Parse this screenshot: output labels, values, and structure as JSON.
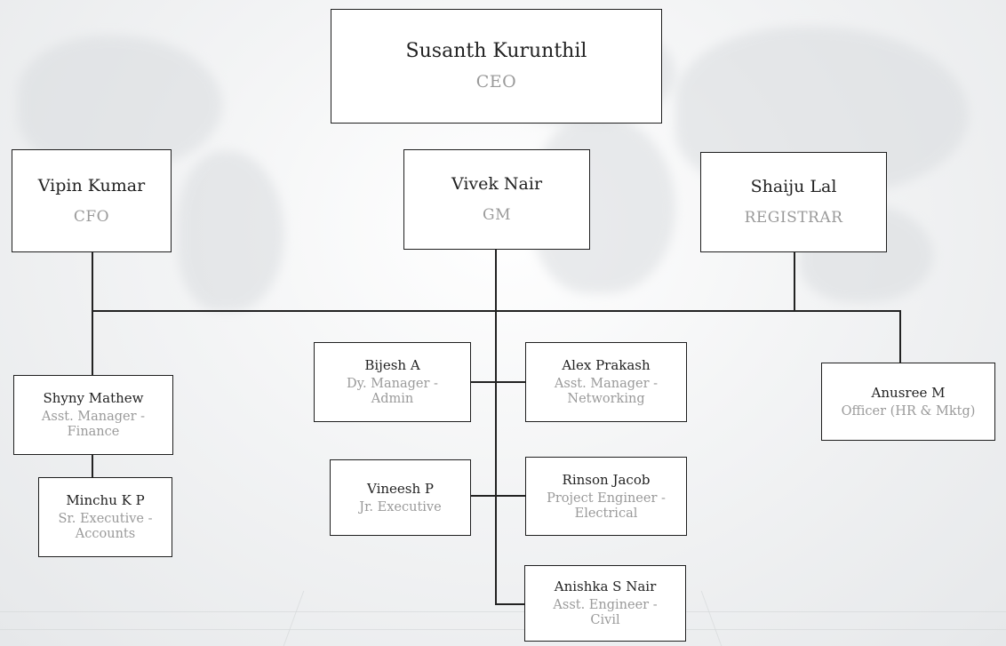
{
  "nodes": {
    "ceo": {
      "name": "Susanth Kurunthil",
      "role": "CEO"
    },
    "cfo": {
      "name": "Vipin Kumar",
      "role": "CFO"
    },
    "gm": {
      "name": "Vivek Nair",
      "role": "GM"
    },
    "reg": {
      "name": "Shaiju Lal",
      "role": "REGISTRAR"
    },
    "shyny": {
      "name": "Shyny Mathew",
      "role_l1": "Asst. Manager -",
      "role_l2": "Finance"
    },
    "minchu": {
      "name": "Minchu K P",
      "role_l1": "Sr. Executive -",
      "role_l2": "Accounts"
    },
    "bijesh": {
      "name": "Bijesh A",
      "role_l1": "Dy. Manager -",
      "role_l2": "Admin"
    },
    "alex": {
      "name": "Alex Prakash",
      "role_l1": "Asst. Manager -",
      "role_l2": "Networking"
    },
    "vineesh": {
      "name": "Vineesh P",
      "role": "Jr. Executive"
    },
    "rinson": {
      "name": "Rinson Jacob",
      "role_l1": "Project Engineer -",
      "role_l2": "Electrical"
    },
    "anishka": {
      "name": "Anishka S Nair",
      "role_l1": "Asst. Engineer -",
      "role_l2": "Civil"
    },
    "anusree": {
      "name": "Anusree M",
      "role": "Officer (HR & Mktg)"
    }
  },
  "colors": {
    "name": "#222222",
    "role": "#9a9a9a",
    "border": "#1f1f1f"
  }
}
